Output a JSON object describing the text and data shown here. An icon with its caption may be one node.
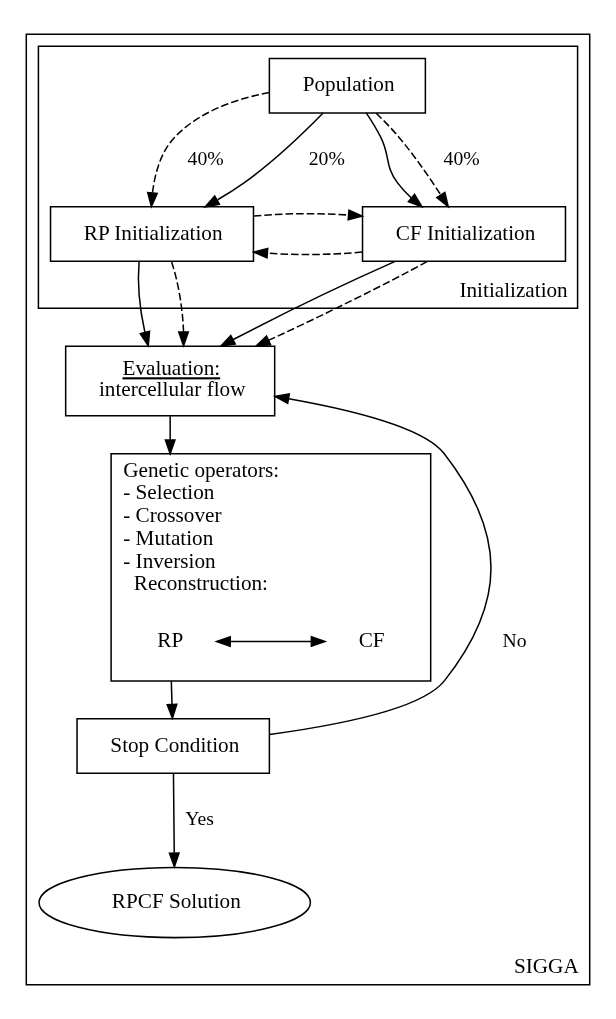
{
  "diagram": {
    "nodes": [
      {
        "text": [
          "SIGGA"
        ]
      },
      {
        "text": [
          "Initialization"
        ],
        "in": 0
      },
      {
        "text": [
          "Population"
        ],
        "in": 1
      },
      {
        "text": [
          "RP Initialization"
        ],
        "in": 1
      },
      {
        "text": [
          "CF Initialization"
        ],
        "in": 1
      },
      {
        "text": [
          "Evaluation:",
          "intercellular flow"
        ],
        "in": 0
      },
      {
        "text": [
          "Genetic operators:",
          "- Selection",
          "- Crossover",
          "- Mutation",
          "- Inversion",
          "Reconstruction:"
        ],
        "in": 0
      },
      {
        "text": [
          "RP"
        ],
        "in": 6
      },
      {
        "text": [
          "CF"
        ],
        "in": 6
      },
      {
        "text": [
          "Stop Condition"
        ],
        "in": 0
      },
      {
        "text": [
          "RPCF Solution"
        ],
        "in": 0
      }
    ],
    "edges": [
      {
        "from": 2,
        "to": 3,
        "arrow": "to",
        "label": "40%",
        "style": "dashed"
      },
      {
        "from": 2,
        "to": 3,
        "arrow": "to",
        "label": "20%"
      },
      {
        "from": 2,
        "to": 4,
        "arrow": "to"
      },
      {
        "from": 2,
        "to": 4,
        "arrow": "to",
        "label": "40%",
        "style": "dashed"
      },
      {
        "from": 4,
        "to": 3,
        "arrow": "to",
        "style": "dashed"
      },
      {
        "from": 3,
        "to": 4,
        "arrow": "to",
        "style": "dashed"
      },
      {
        "from": 3,
        "to": 5,
        "arrow": "to"
      },
      {
        "from": 4,
        "to": 5,
        "arrow": "to"
      },
      {
        "from": 3,
        "to": 5,
        "arrow": "to",
        "style": "dashed"
      },
      {
        "from": 4,
        "to": 5,
        "arrow": "to",
        "style": "dashed"
      },
      {
        "from": 5,
        "to": 6,
        "arrow": "to"
      },
      {
        "from": 7,
        "to": 8,
        "arrow": "both"
      },
      {
        "from": 6,
        "to": 9,
        "arrow": "to"
      },
      {
        "from": 9,
        "to": 5,
        "arrow": "to",
        "label": "No"
      },
      {
        "from": 9,
        "to": 10,
        "arrow": "to",
        "label": "Yes"
      }
    ]
  }
}
